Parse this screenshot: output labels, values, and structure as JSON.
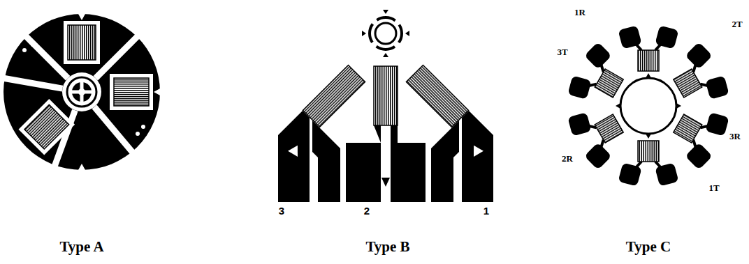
{
  "diagram": {
    "labels": [
      "Type A",
      "Type B",
      "Type C",
      "3",
      "2",
      "1",
      "1R",
      "2T",
      "3T",
      "3R",
      "2R",
      "1T"
    ]
  }
}
